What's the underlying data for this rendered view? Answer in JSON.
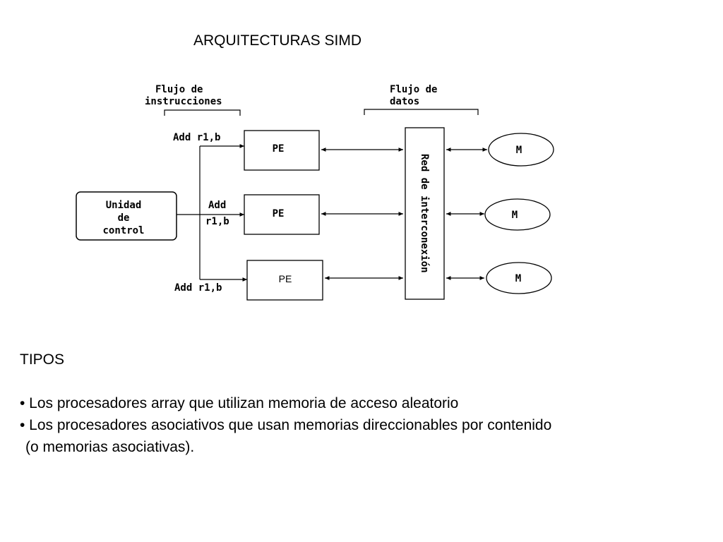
{
  "title": "ARQUITECTURAS SIMD",
  "diagram": {
    "instr_flow_label": [
      "Flujo de",
      "instrucciones"
    ],
    "data_flow_label": [
      "Flujo de",
      "datos"
    ],
    "control_unit_label": [
      "Unidad",
      "de",
      "control"
    ],
    "instructions": [
      [
        "Add r1,b"
      ],
      [
        "Add",
        "r1,b"
      ],
      [
        "Add r1,b"
      ]
    ],
    "pe_label": "PE",
    "network_label": "Red de interconexión",
    "memory_label": "M"
  },
  "tipos": {
    "heading": "TIPOS",
    "items": [
      "• Los procesadores array que utilizan memoria de acceso aleatorio",
      "• Los procesadores asociativos que usan memorias direccionables por contenido"
    ],
    "continuation": "(o memorias asociativas)."
  }
}
